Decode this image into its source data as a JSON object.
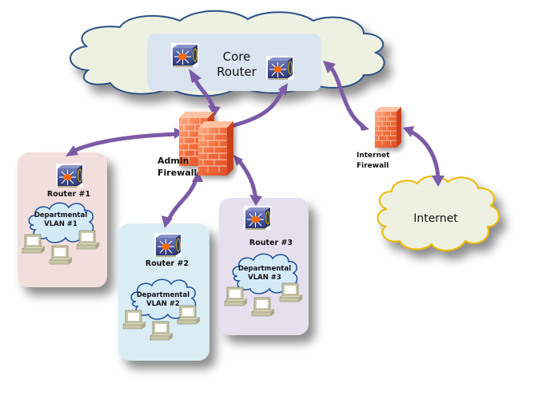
{
  "diagram": {
    "core": {
      "label_line1": "Core",
      "label_line2": "Router"
    },
    "admin_firewall": {
      "label_line1": "Admin",
      "label_line2": "Firewall"
    },
    "internet_firewall": {
      "label_line1": "Internet",
      "label_line2": "Firewall"
    },
    "internet": {
      "label": "Internet"
    },
    "departments": [
      {
        "router_label": "Router #1",
        "vlan_line1": "Departmental",
        "vlan_line2": "VLAN #1",
        "panel_color": "#f3dede"
      },
      {
        "router_label": "Router #2",
        "vlan_line1": "Departmental",
        "vlan_line2": "VLAN #2",
        "panel_color": "#daedf4"
      },
      {
        "router_label": "Router #3",
        "vlan_line1": "Departmental",
        "vlan_line2": "VLAN #3",
        "panel_color": "#e6e0ee"
      }
    ],
    "colors": {
      "arrow": "#7b5aa6",
      "cloud_fill": "#eef1e2",
      "core_cloud_stroke": "#2f4f86",
      "internet_cloud_stroke": "#f0b800",
      "core_box": "#dbe5f1",
      "router_body": "#3d4a8c",
      "router_center": "#ff6a00",
      "firewall": "#f26b3a",
      "vlan_cloud_fill": "#d4eaf7",
      "vlan_cloud_stroke": "#1f4e9a",
      "pc_body": "#c9c6a8"
    }
  }
}
